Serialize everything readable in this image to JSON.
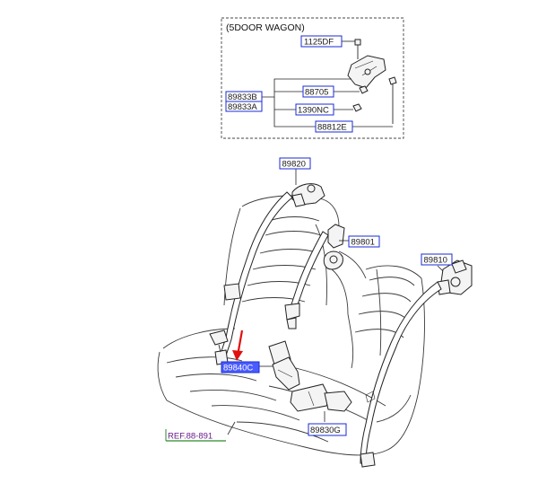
{
  "inset": {
    "title": "(5DOOR WAGON)",
    "labels": [
      "1125DF",
      "88705",
      "1390NC",
      "88812E",
      "89833B",
      "89833A"
    ]
  },
  "labels": {
    "belt_upper": "89820",
    "belt_center": "89801",
    "belt_right": "89810",
    "buckle_left": "89840C",
    "buckle_center": "89830G",
    "ref": "REF.88-891"
  },
  "colors": {
    "label_border": "#1a2bd6",
    "label_highlight": "#4a5cff",
    "ref_underline": "#2a8a2a",
    "arrow": "#e01010"
  }
}
